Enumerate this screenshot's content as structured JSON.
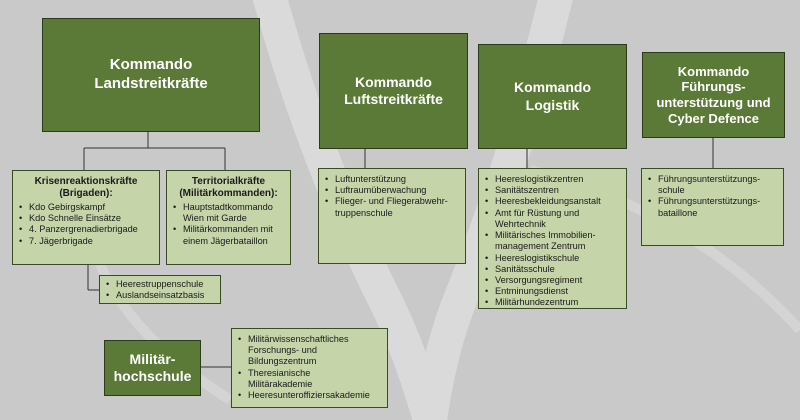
{
  "commands": {
    "land": "Kommando\nLandstreitkräfte",
    "luft": "Kommando\nLuftstreitkräfte",
    "logistik": "Kommando\nLogistik",
    "fueu": "Kommando\nFührungs-\nunterstützung und\nCyber Defence",
    "mil": "Militär-\nhochschule"
  },
  "krisen": {
    "heading": "Krisenreaktionskräfte\n(Brigaden):",
    "items": [
      "Kdo Gebirgskampf",
      "Kdo Schnelle Einsätze",
      "4. Panzergrenadierbrigade",
      "7. Jägerbrigade"
    ]
  },
  "territorial": {
    "heading": "Territorialkräfte\n(Militärkommanden):",
    "items": [
      "Hauptstadtkommando\nWien mit Garde",
      "Militärkommanden mit\neinem Jägerbataillon"
    ]
  },
  "land_extra": {
    "items": [
      "Heerestruppenschule",
      "Auslandseinsatzbasis"
    ]
  },
  "luft_sub": {
    "items": [
      "Luftunterstützung",
      "Luftraumüberwachung",
      "Flieger- und Fliegerabwehr-\ntruppenschule"
    ]
  },
  "logistik_sub": {
    "items": [
      "Heereslogistikzentren",
      "Sanitätszentren",
      "Heeresbekleidungsanstalt",
      "Amt für Rüstung und\nWehrtechnik",
      "Militärisches Immobilien-\nmanagement Zentrum",
      "Heereslogistikschule",
      "Sanitätsschule",
      "Versorgungsregiment",
      "Entminungsdienst",
      "Militärhundezentrum"
    ]
  },
  "fueu_sub": {
    "items": [
      "Führungsunterstützungs-\nschule",
      "Führungsunterstützungs-\nbataillone"
    ]
  },
  "mil_sub": {
    "items": [
      "Militärwissenschaftliches\nForschungs- und\nBildungszentrum",
      "Theresianische\nMilitärakademie",
      "Heeresunteroffiziersakademie"
    ]
  }
}
